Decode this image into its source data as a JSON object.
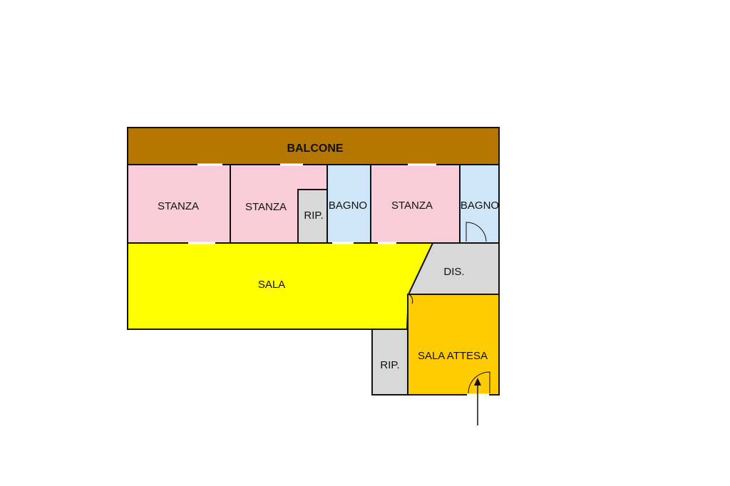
{
  "plan": {
    "colors": {
      "balcony": "#b67700",
      "bedroom": "#f8ccd8",
      "bathroom": "#cfe6f8",
      "storage": "#d8d8d8",
      "living": "#ffff00",
      "hall": "#d8d8d8",
      "waiting": "#ffcc00",
      "wall": "#111111"
    },
    "rooms": {
      "balcone": "BALCONE",
      "stanza_1": "STANZA",
      "stanza_2": "STANZA",
      "rip_1": "RIP.",
      "bagno_1": "BAGNO",
      "stanza_3": "STANZA",
      "bagno_2": "BAGNO",
      "sala": "SALA",
      "dis": "DIS.",
      "rip_2": "RIP.",
      "sala_attesa": "SALA ATTESA"
    },
    "icons": {
      "entrance": "entrance-arrow-icon",
      "door": "door-swing-icon",
      "watermark": "house-watermark-icon"
    }
  }
}
